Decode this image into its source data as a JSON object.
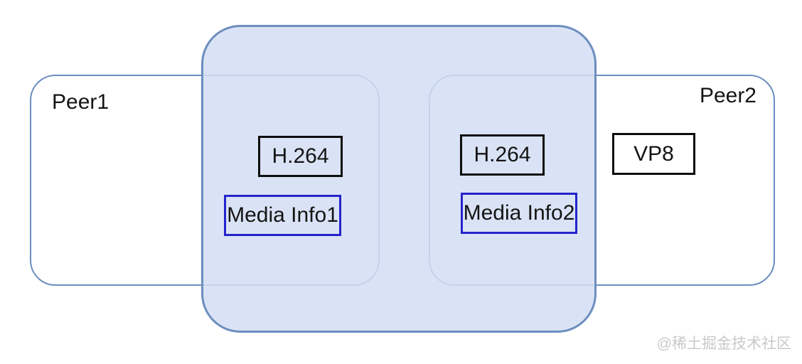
{
  "peers": [
    {
      "label": "Peer1",
      "boxes": [
        {
          "label": "H.264",
          "kind": "codec",
          "in_common_region": true
        },
        {
          "label": "Media Info1",
          "kind": "media-info",
          "in_common_region": true
        }
      ]
    },
    {
      "label": "Peer2",
      "boxes": [
        {
          "label": "H.264",
          "kind": "codec",
          "in_common_region": true
        },
        {
          "label": "VP8",
          "kind": "codec",
          "in_common_region": false
        },
        {
          "label": "Media Info2",
          "kind": "media-info",
          "in_common_region": true
        }
      ]
    }
  ],
  "watermark": {
    "text": "@稀土掘金技术社区"
  },
  "colors": {
    "region_fill_composite": "#d8e3f5",
    "region_stroke": "#6c8ebf",
    "peer_stroke": "#6c8ebf",
    "codec_box_stroke": "#0d0d0d",
    "media_box_stroke": "#2424cb",
    "label_color": "#141414",
    "watermark_color": "#c7c9cb"
  }
}
